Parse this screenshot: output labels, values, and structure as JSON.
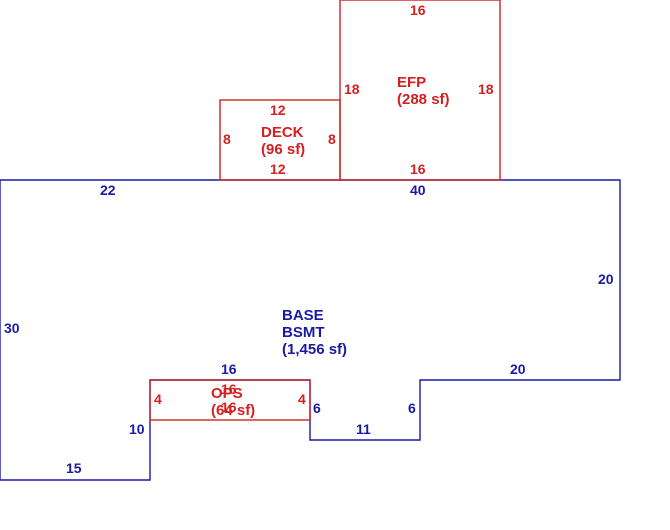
{
  "colors": {
    "base": "#1a1aa6",
    "additions": "#d42020"
  },
  "areas": {
    "efp": {
      "name": "EFP",
      "area": "(288 sf)"
    },
    "deck": {
      "name": "DECK",
      "area": "(96 sf)"
    },
    "base": {
      "name1": "BASE",
      "name2": "BSMT",
      "area": "(1,456 sf)"
    },
    "opss": {
      "name": "OPS",
      "name_overlap": "16",
      "area": "(64 sf)",
      "area_overlap": "16"
    }
  },
  "dims": {
    "efp_top": "16",
    "efp_left": "18",
    "efp_right": "18",
    "efp_bottom": "16",
    "deck_top": "12",
    "deck_left": "8",
    "deck_right": "8",
    "deck_bottom": "12",
    "base_top_left": "22",
    "base_top_right": "40",
    "base_right": "20",
    "base_left": "30",
    "base_step_top": "20",
    "base_step_left": "6",
    "base_step_right": "6",
    "base_notch_bottom": "11",
    "base_bottom_left": "15",
    "base_lower_left": "10",
    "ops_top": "16",
    "ops_left": "4",
    "ops_right": "4"
  }
}
